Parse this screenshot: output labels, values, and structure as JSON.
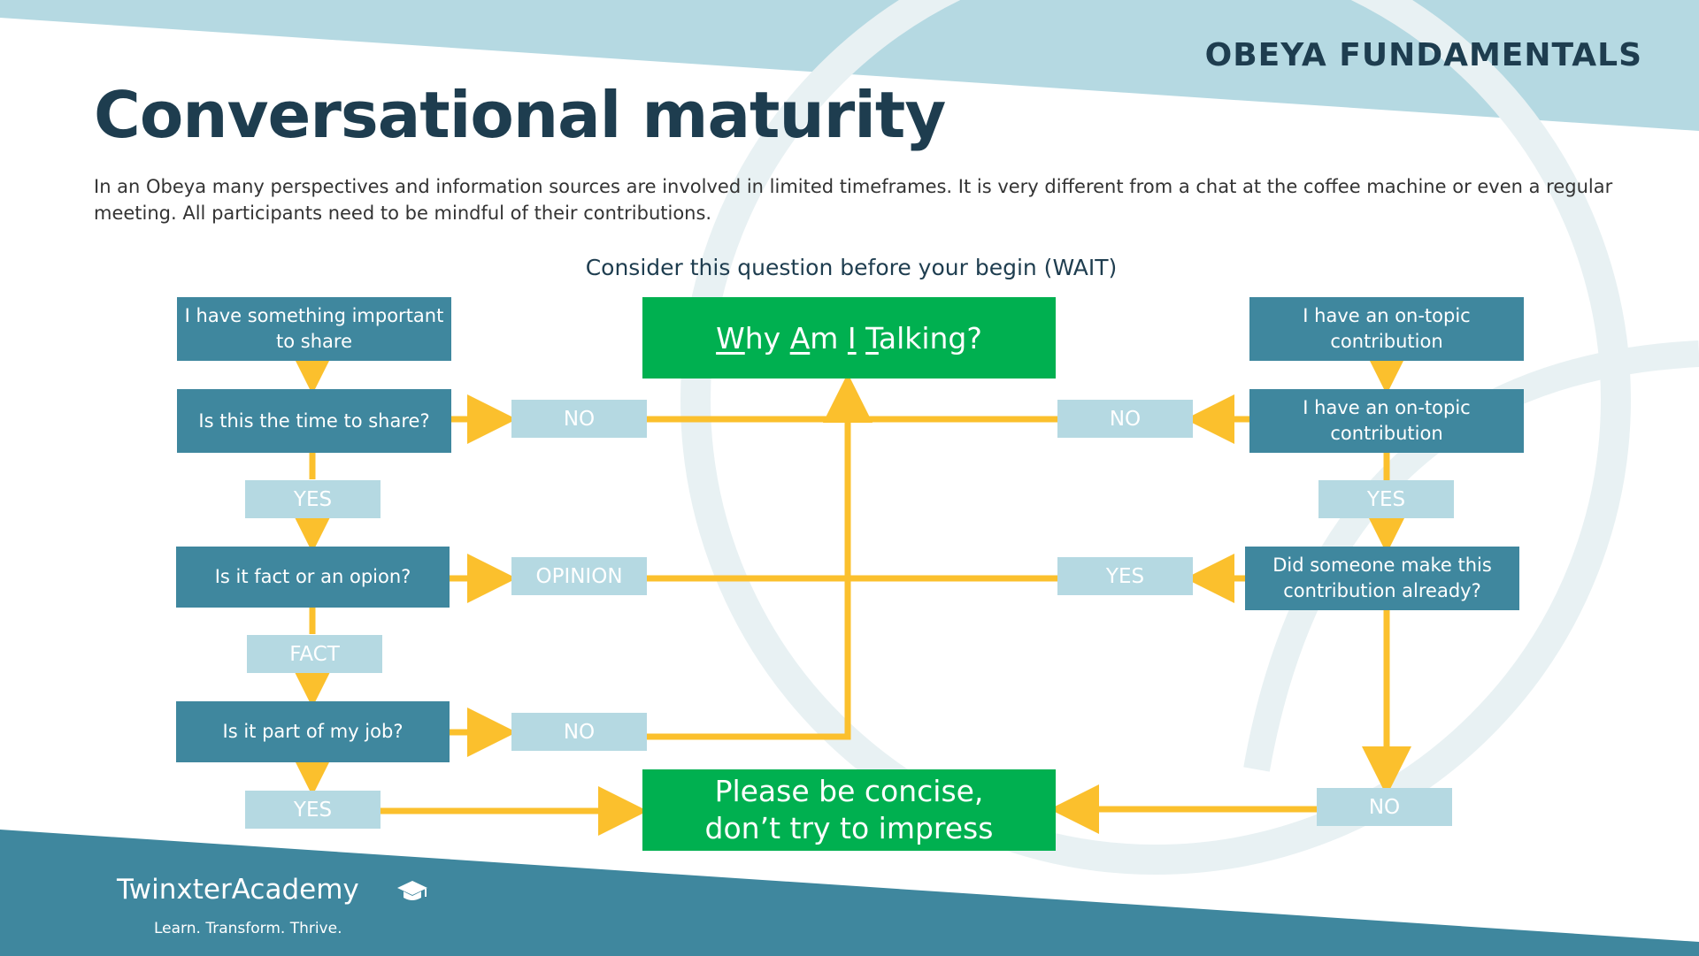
{
  "header": {
    "section": "OBEYA FUNDAMENTALS"
  },
  "title": "Conversational maturity",
  "intro": "In an Obeya many perspectives and information sources are involved in limited timeframes. It is very different from a chat at the coffee machine or even a regular meeting. All participants need to be mindful of their contributions.",
  "subtitle": "Consider this question before your begin (WAIT)",
  "colors": {
    "step": "#3f879e",
    "tag": "#b5d9e2",
    "green": "#00b050",
    "arrow": "#fbc02d",
    "title": "#1e3d4f",
    "band": "#b5d9e2",
    "footer": "#3f879e"
  },
  "center": {
    "question": {
      "w1": "W",
      "w2": "hy ",
      "a1": "A",
      "a2": "m ",
      "i1": "I",
      "i2": " ",
      "t1": "T",
      "t2": "alking?"
    },
    "concise_line1": "Please be concise,",
    "concise_line2": "don’t try to impress"
  },
  "left": {
    "start": "I have something important to share",
    "q_time": "Is this the time to share?",
    "no_1": "NO",
    "yes_1": "YES",
    "q_fact": "Is it fact or an opion?",
    "opinion": "OPINION",
    "fact": "FACT",
    "q_job": "Is it part of my job?",
    "no_2": "NO",
    "yes_2": "YES"
  },
  "right": {
    "start": "I have an on-topic contribution",
    "q_ontopic": "I have an on-topic contribution",
    "no_1": "NO",
    "yes_1": "YES",
    "q_already": "Did someone make this contribution already?",
    "yes_2": "YES",
    "no_2": "NO"
  },
  "footer": {
    "brand": "TwinxterAcademy",
    "tagline": "Learn. Transform. Thrive.",
    "brand_icon": "graduation-cap-icon"
  }
}
